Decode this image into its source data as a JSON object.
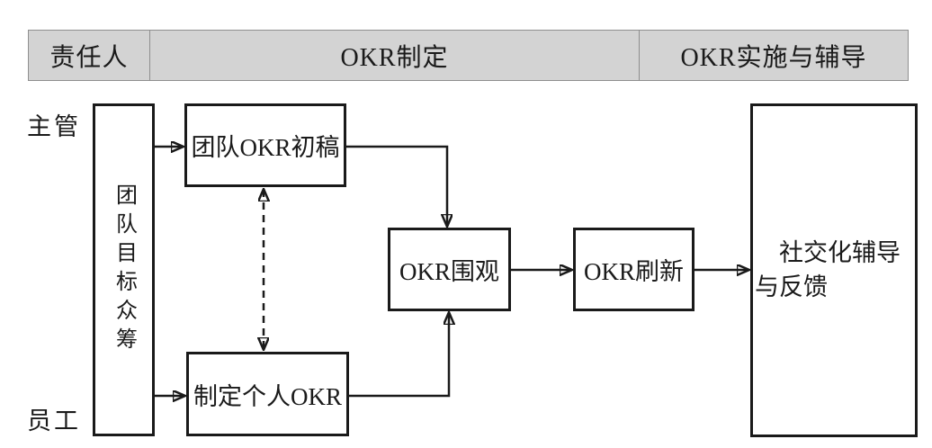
{
  "diagram": {
    "title": "OKR process flowchart",
    "header": {
      "cells": [
        {
          "label": "责任人"
        },
        {
          "label": "OKR制定"
        },
        {
          "label": "OKR实施与辅导"
        }
      ]
    },
    "lanes": {
      "supervisor": "主管",
      "employee": "员工"
    },
    "nodes": {
      "crowdfunding": {
        "label": "团队目标众筹"
      },
      "team_draft": {
        "label": "团队OKR初稿"
      },
      "personal_okr": {
        "label": "制定个人OKR"
      },
      "review": {
        "label": "OKR围观"
      },
      "refresh": {
        "label": "OKR刷新"
      },
      "coaching": {
        "label": "社交化辅导与反馈"
      }
    },
    "connectors": [
      {
        "from": "crowdfunding",
        "to": "team_draft",
        "style": "solid-arrow"
      },
      {
        "from": "crowdfunding",
        "to": "personal_okr",
        "style": "solid-arrow"
      },
      {
        "from": "team_draft",
        "to": "personal_okr",
        "style": "dashed-double-arrow"
      },
      {
        "from": "team_draft",
        "to": "review",
        "style": "solid-arrow-elbow"
      },
      {
        "from": "personal_okr",
        "to": "review",
        "style": "solid-arrow-elbow"
      },
      {
        "from": "review",
        "to": "refresh",
        "style": "solid-arrow"
      },
      {
        "from": "refresh",
        "to": "coaching",
        "style": "solid-arrow"
      }
    ],
    "colors": {
      "background": "#ffffff",
      "line": "#1a1a1a",
      "box_border": "#1a1a1a",
      "header_fill": "#d3d3d3",
      "header_border": "#8f8f8f",
      "text": "#1a1a1a"
    }
  }
}
